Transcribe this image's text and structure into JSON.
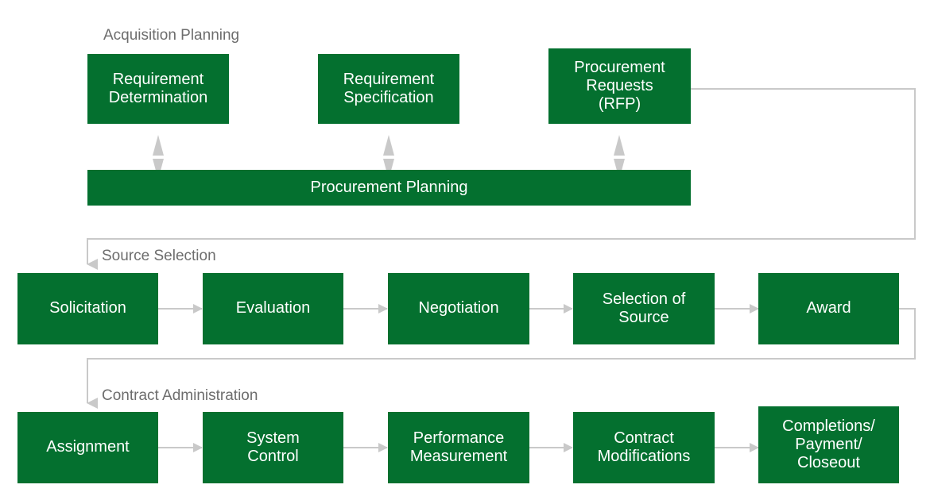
{
  "diagram": {
    "title_visible": false,
    "colors": {
      "box_fill": "#04702f",
      "box_text": "#ffffff",
      "connector": "#c9c9c9",
      "section_label_text": "#6d6d6d",
      "background": "#ffffff"
    },
    "sections": [
      {
        "id": "acquisition-planning",
        "label": "Acquisition Planning"
      },
      {
        "id": "source-selection",
        "label": "Source Selection"
      },
      {
        "id": "contract-administration",
        "label": "Contract Administration"
      }
    ],
    "rows": {
      "acquisition_planning": {
        "boxes": [
          {
            "id": "requirement-determination",
            "label": "Requirement\nDetermination"
          },
          {
            "id": "requirement-specification",
            "label": "Requirement\nSpecification"
          },
          {
            "id": "procurement-requests-rfp",
            "label": "Procurement\nRequests\n(RFP)"
          }
        ],
        "bar": {
          "id": "procurement-planning",
          "label": "Procurement Planning"
        }
      },
      "source_selection": {
        "boxes": [
          {
            "id": "solicitation",
            "label": "Solicitation"
          },
          {
            "id": "evaluation",
            "label": "Evaluation"
          },
          {
            "id": "negotiation",
            "label": "Negotiation"
          },
          {
            "id": "selection-of-source",
            "label": "Selection of\nSource"
          },
          {
            "id": "award",
            "label": "Award"
          }
        ]
      },
      "contract_administration": {
        "boxes": [
          {
            "id": "assignment",
            "label": "Assignment"
          },
          {
            "id": "system-control",
            "label": "System\nControl"
          },
          {
            "id": "performance-measurement",
            "label": "Performance\nMeasurement"
          },
          {
            "id": "contract-modifications",
            "label": "Contract\nModifications"
          },
          {
            "id": "completions-payment-closeout",
            "label": "Completions/\nPayment/\nCloseout"
          }
        ]
      }
    },
    "connectors": [
      {
        "id": "det-to-planning",
        "type": "double-vertical-arrow"
      },
      {
        "id": "spec-to-planning",
        "type": "double-vertical-arrow"
      },
      {
        "id": "rfp-to-planning",
        "type": "double-vertical-arrow"
      },
      {
        "id": "rfp-to-solicitation",
        "type": "elbow-arrow"
      },
      {
        "id": "solicitation-to-evaluation",
        "type": "horizontal-arrow"
      },
      {
        "id": "evaluation-to-negotiation",
        "type": "horizontal-arrow"
      },
      {
        "id": "negotiation-to-selection",
        "type": "horizontal-arrow"
      },
      {
        "id": "selection-to-award",
        "type": "horizontal-arrow"
      },
      {
        "id": "award-to-assignment",
        "type": "elbow-arrow"
      },
      {
        "id": "assignment-to-system-control",
        "type": "horizontal-arrow"
      },
      {
        "id": "system-control-to-performance",
        "type": "horizontal-arrow"
      },
      {
        "id": "performance-to-modifications",
        "type": "horizontal-arrow"
      },
      {
        "id": "modifications-to-completions",
        "type": "horizontal-arrow"
      }
    ]
  }
}
